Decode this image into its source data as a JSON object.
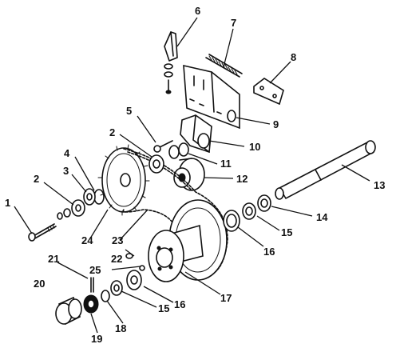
{
  "diagram": {
    "labels": [
      {
        "id": "1",
        "text": "1"
      },
      {
        "id": "2a",
        "text": "2"
      },
      {
        "id": "2b",
        "text": "2"
      },
      {
        "id": "3",
        "text": "3"
      },
      {
        "id": "4",
        "text": "4"
      },
      {
        "id": "5",
        "text": "5"
      },
      {
        "id": "6",
        "text": "6"
      },
      {
        "id": "7",
        "text": "7"
      },
      {
        "id": "8",
        "text": "8"
      },
      {
        "id": "9",
        "text": "9"
      },
      {
        "id": "10",
        "text": "10"
      },
      {
        "id": "11",
        "text": "11"
      },
      {
        "id": "12",
        "text": "12"
      },
      {
        "id": "13",
        "text": "13"
      },
      {
        "id": "14",
        "text": "14"
      },
      {
        "id": "15a",
        "text": "15"
      },
      {
        "id": "15b",
        "text": "15"
      },
      {
        "id": "16a",
        "text": "16"
      },
      {
        "id": "16b",
        "text": "16"
      },
      {
        "id": "17",
        "text": "17"
      },
      {
        "id": "18",
        "text": "18"
      },
      {
        "id": "19",
        "text": "19"
      },
      {
        "id": "20",
        "text": "20"
      },
      {
        "id": "21",
        "text": "21"
      },
      {
        "id": "22",
        "text": "22"
      },
      {
        "id": "23",
        "text": "23"
      },
      {
        "id": "24",
        "text": "24"
      },
      {
        "id": "25",
        "text": "25"
      }
    ]
  }
}
